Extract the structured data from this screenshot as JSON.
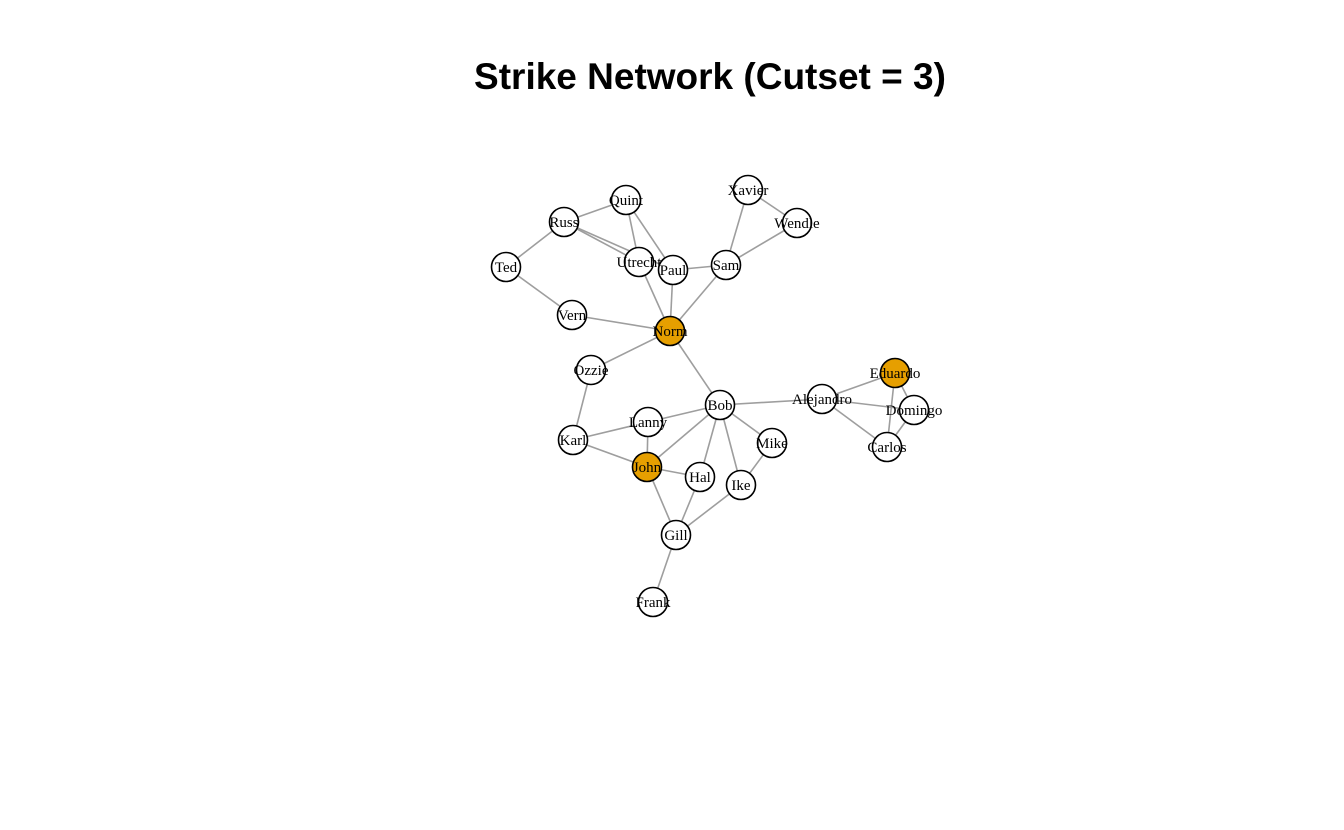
{
  "title": "Strike Network (Cutset = 3)",
  "colors": {
    "cutset": "#e69f00",
    "regular": "#ffffff",
    "edge": "#9e9e9e"
  },
  "nodes": [
    {
      "id": "Xavier",
      "cutset": false
    },
    {
      "id": "Wendle",
      "cutset": false
    },
    {
      "id": "Quint",
      "cutset": false
    },
    {
      "id": "Russ",
      "cutset": false
    },
    {
      "id": "Ted",
      "cutset": false
    },
    {
      "id": "Utrecht",
      "label": "Utrecht",
      "cutset": false
    },
    {
      "id": "Paul",
      "cutset": false
    },
    {
      "id": "Sam",
      "cutset": false
    },
    {
      "id": "Vern",
      "cutset": false
    },
    {
      "id": "Norm",
      "cutset": true
    },
    {
      "id": "Ozzie",
      "cutset": false
    },
    {
      "id": "Bob",
      "cutset": false
    },
    {
      "id": "Alejandro",
      "cutset": false
    },
    {
      "id": "Eduardo",
      "cutset": true
    },
    {
      "id": "Domingo",
      "cutset": false
    },
    {
      "id": "Carlos",
      "cutset": false
    },
    {
      "id": "Lanny",
      "cutset": false
    },
    {
      "id": "Karl",
      "cutset": false
    },
    {
      "id": "Mike",
      "cutset": false
    },
    {
      "id": "John",
      "cutset": true
    },
    {
      "id": "Hal",
      "cutset": false
    },
    {
      "id": "Ike",
      "cutset": false
    },
    {
      "id": "Gill",
      "cutset": false
    },
    {
      "id": "Frank",
      "cutset": false
    }
  ],
  "edges": [
    [
      "Xavier",
      "Sam"
    ],
    [
      "Xavier",
      "Wendle"
    ],
    [
      "Wendle",
      "Sam"
    ],
    [
      "Quint",
      "Russ"
    ],
    [
      "Quint",
      "Utrecht"
    ],
    [
      "Quint",
      "Paul"
    ],
    [
      "Russ",
      "Ted"
    ],
    [
      "Russ",
      "Utrecht"
    ],
    [
      "Russ",
      "Paul"
    ],
    [
      "Ted",
      "Vern"
    ],
    [
      "Vern",
      "Norm"
    ],
    [
      "Utrecht",
      "Norm"
    ],
    [
      "Paul",
      "Norm"
    ],
    [
      "Paul",
      "Sam"
    ],
    [
      "Sam",
      "Norm"
    ],
    [
      "Norm",
      "Ozzie"
    ],
    [
      "Norm",
      "Bob"
    ],
    [
      "Ozzie",
      "Karl"
    ],
    [
      "Bob",
      "Alejandro"
    ],
    [
      "Alejandro",
      "Eduardo"
    ],
    [
      "Alejandro",
      "Domingo"
    ],
    [
      "Alejandro",
      "Carlos"
    ],
    [
      "Eduardo",
      "Domingo"
    ],
    [
      "Eduardo",
      "Carlos"
    ],
    [
      "Domingo",
      "Carlos"
    ],
    [
      "Bob",
      "Lanny"
    ],
    [
      "Bob",
      "John"
    ],
    [
      "Bob",
      "Mike"
    ],
    [
      "Bob",
      "Ike"
    ],
    [
      "Bob",
      "Hal"
    ],
    [
      "Lanny",
      "Karl"
    ],
    [
      "Lanny",
      "John"
    ],
    [
      "Karl",
      "John"
    ],
    [
      "John",
      "Hal"
    ],
    [
      "John",
      "Gill"
    ],
    [
      "Hal",
      "Gill"
    ],
    [
      "Mike",
      "Ike"
    ],
    [
      "Ike",
      "Gill"
    ],
    [
      "Gill",
      "Frank"
    ]
  ]
}
